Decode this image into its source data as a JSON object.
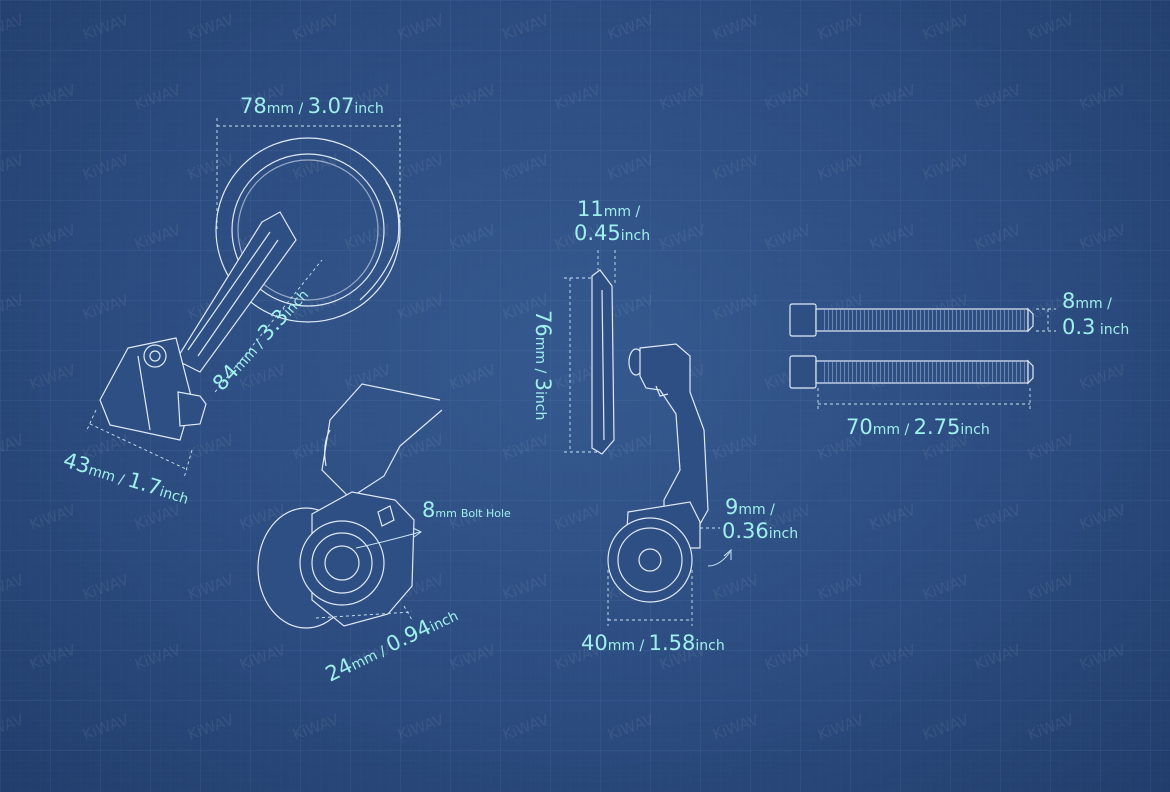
{
  "brand": {
    "watermark": "KiWAV"
  },
  "colors": {
    "background": "#2c4c80",
    "grid": "#4a6ea3",
    "dimension_text": "#9ff0ec",
    "line_art": "#dfe9f7"
  },
  "dimensions": {
    "mirror_width": {
      "value": "78",
      "unit": "mm",
      "sep": " / ",
      "alt": "3.07",
      "alt_unit": "inch"
    },
    "arm_length": {
      "value": "84",
      "unit": "mm",
      "sep": " / ",
      "alt": "3.3",
      "alt_unit": "inch"
    },
    "clamp_length": {
      "value": "43",
      "unit": "mm",
      "sep": " / ",
      "alt": "1.7",
      "alt_unit": "inch"
    },
    "bolt_hole": {
      "value": "8",
      "unit": "mm",
      "label": "Bolt Hole"
    },
    "base_diameter": {
      "value": "24",
      "unit": "mm",
      "sep": " / ",
      "alt": "0.94",
      "alt_unit": "inch"
    },
    "mirror_thickness": {
      "value": "11",
      "unit": "mm",
      "sep": " /",
      "alt": "0.45",
      "alt_unit": "inch"
    },
    "mirror_height": {
      "value": "76",
      "unit": "mm",
      "sep": " / ",
      "alt": "3",
      "alt_unit": "inch"
    },
    "side_offset": {
      "value": "9",
      "unit": "mm",
      "sep": " /",
      "alt": "0.36",
      "alt_unit": "inch"
    },
    "base_width": {
      "value": "40",
      "unit": "mm",
      "sep": " / ",
      "alt": "1.58",
      "alt_unit": "inch"
    },
    "bolt_diameter": {
      "value": "8",
      "unit": "mm",
      "sep": " /",
      "alt": "0.3",
      "alt_unit": " inch"
    },
    "bolt_length": {
      "value": "70",
      "unit": "mm",
      "sep": " / ",
      "alt": "2.75",
      "alt_unit": "inch"
    }
  }
}
